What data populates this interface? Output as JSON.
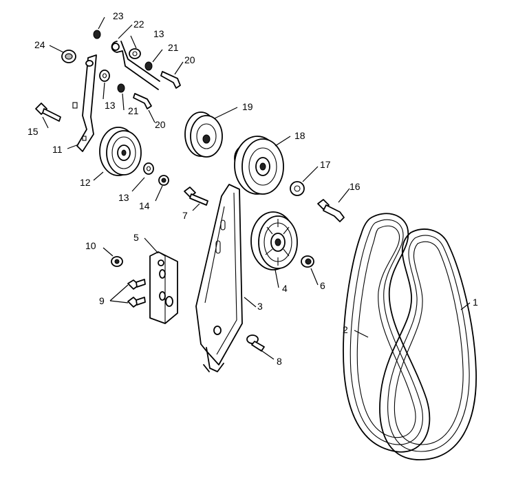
{
  "callouts": {
    "c1": "1",
    "c2": "2",
    "c3": "3",
    "c4": "4",
    "c5": "5",
    "c6": "6",
    "c7": "7",
    "c8": "8",
    "c9": "9",
    "c10": "10",
    "c11": "11",
    "c12": "12",
    "c13a": "13",
    "c13b": "13",
    "c13c": "13",
    "c14": "14",
    "c15": "15",
    "c16": "16",
    "c17": "17",
    "c18": "18",
    "c19": "19",
    "c20a": "20",
    "c20b": "20",
    "c21a": "21",
    "c21b": "21",
    "c22": "22",
    "c23": "23",
    "c24": "24"
  }
}
